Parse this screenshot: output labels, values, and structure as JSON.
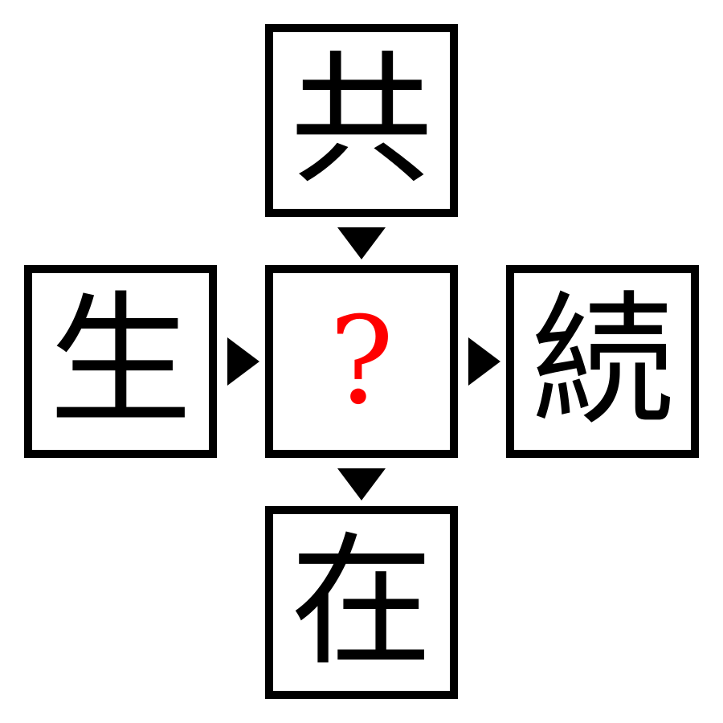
{
  "puzzle": {
    "top_kanji": "共",
    "left_kanji": "生",
    "right_kanji": "続",
    "bottom_kanji": "在",
    "center_mark": "?",
    "center_mark_color": "#ff0000",
    "arrow_icon": "triangle-arrow-icon"
  }
}
